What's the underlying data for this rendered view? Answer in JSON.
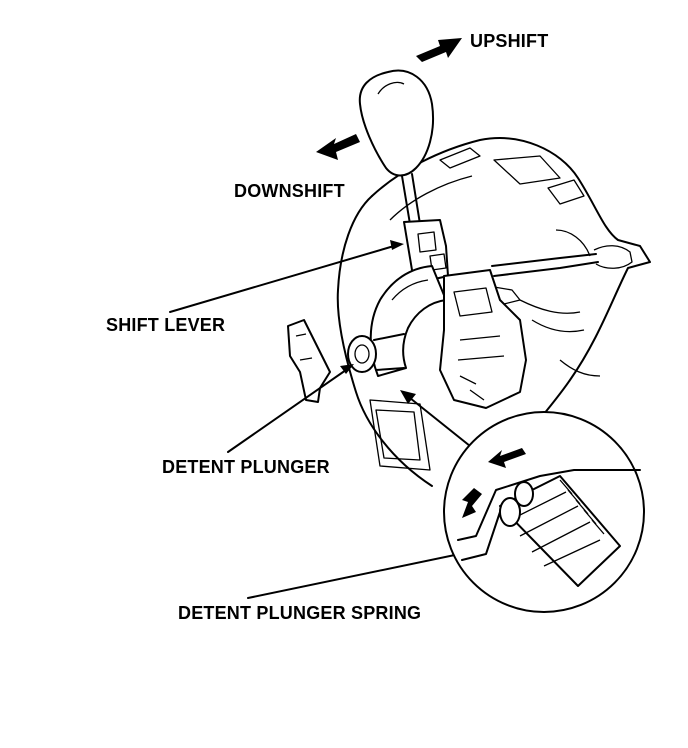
{
  "labels": {
    "upshift": "UPSHIFT",
    "downshift": "DOWNSHIFT",
    "shift_lever": "SHIFT LEVER",
    "detent_plunger": "DETENT PLUNGER",
    "detent_plunger_spring": "DETENT PLUNGER SPRING"
  },
  "colors": {
    "ink": "#000000",
    "background": "#ffffff"
  }
}
